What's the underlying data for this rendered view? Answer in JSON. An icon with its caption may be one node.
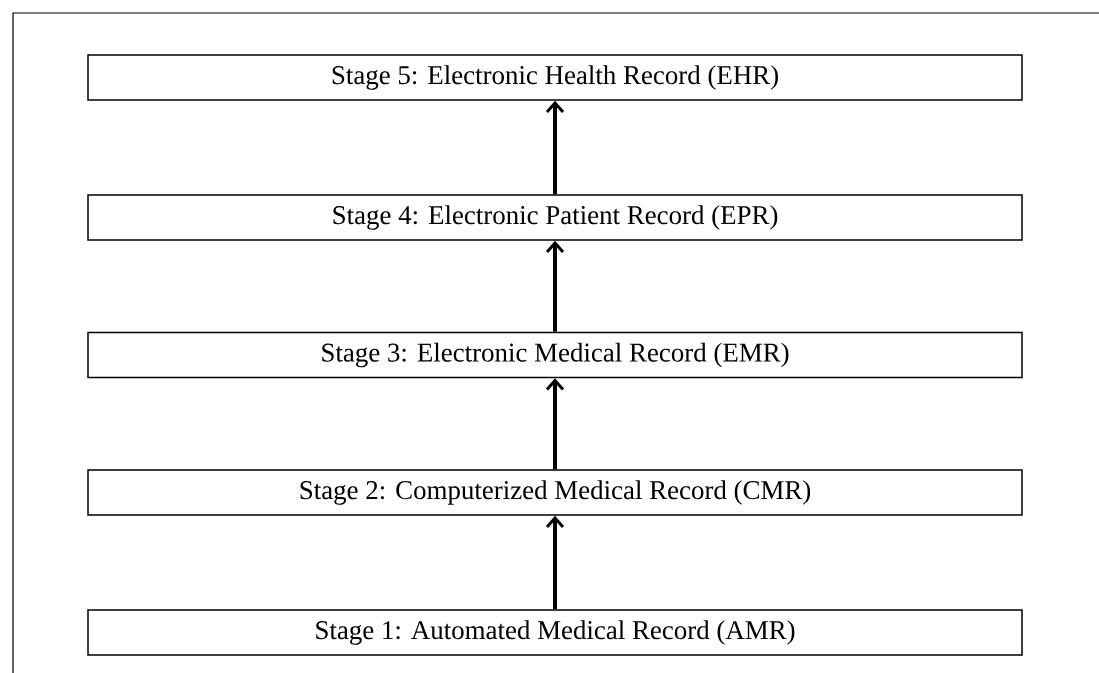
{
  "diagram": {
    "nodes": [
      {
        "text": [
          "Stage 5:  Electronic Health Record (EHR)"
        ]
      },
      {
        "text": [
          "Stage 4:  Electronic Patient Record (EPR)"
        ]
      },
      {
        "text": [
          "Stage 3:  Electronic Medical Record (EMR)"
        ]
      },
      {
        "text": [
          "Stage 2:  Computerized Medical Record (CMR)"
        ]
      },
      {
        "text": [
          "Stage 1:  Automated Medical Record (AMR)"
        ]
      }
    ],
    "edges": [
      {
        "from": 4,
        "to": 3,
        "arrow": "to"
      },
      {
        "from": 3,
        "to": 2,
        "arrow": "to"
      },
      {
        "from": 2,
        "to": 1,
        "arrow": "to"
      },
      {
        "from": 1,
        "to": 0,
        "arrow": "to"
      }
    ]
  }
}
